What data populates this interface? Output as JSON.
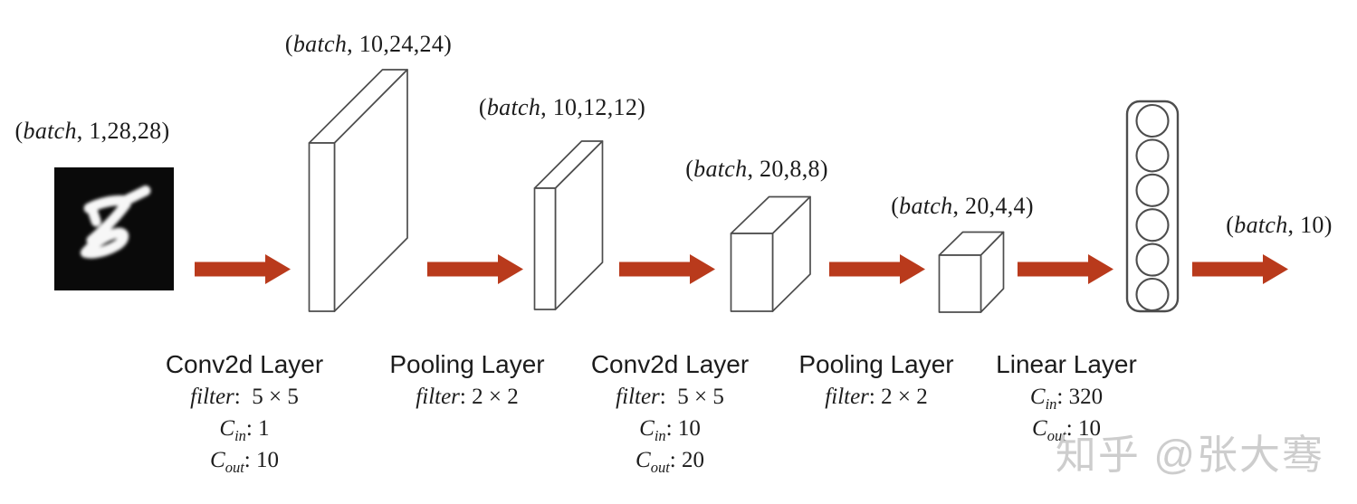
{
  "colors": {
    "arrow": "#b93a1c",
    "shape_outline": "#4d4d4d",
    "text": "#1c1c1c",
    "watermark": "#cdcdcd",
    "mnist_bg": "#0a0a0a",
    "mnist_digit": "#f7f7f7"
  },
  "stages": [
    {
      "id": "input-image",
      "label": {
        "open": "(",
        "var": "batch",
        "rest": ", 1,28,28)"
      }
    },
    {
      "id": "conv1-output",
      "label": {
        "open": "(",
        "var": "batch",
        "rest": ", 10,24,24)"
      }
    },
    {
      "id": "pool1-output",
      "label": {
        "open": "(",
        "var": "batch",
        "rest": ", 10,12,12)"
      }
    },
    {
      "id": "conv2-output",
      "label": {
        "open": "(",
        "var": "batch",
        "rest": ", 20,8,8)"
      }
    },
    {
      "id": "pool2-output",
      "label": {
        "open": "(",
        "var": "batch",
        "rest": ", 20,4,4)"
      }
    },
    {
      "id": "final-output",
      "label": {
        "open": "(",
        "var": "batch",
        "rest": ", 10)"
      }
    }
  ],
  "layers": [
    {
      "name": "Conv2d Layer",
      "params": [
        {
          "sym": "filter",
          "sub": "",
          "val": ":  5 × 5"
        },
        {
          "sym": "C",
          "sub": "in",
          "val": ": 1"
        },
        {
          "sym": "C",
          "sub": "out",
          "val": ": 10"
        }
      ]
    },
    {
      "name": "Pooling Layer",
      "params": [
        {
          "sym": "filter",
          "sub": "",
          "val": ": 2 × 2"
        }
      ]
    },
    {
      "name": "Conv2d Layer",
      "params": [
        {
          "sym": "filter",
          "sub": "",
          "val": ":  5 × 5"
        },
        {
          "sym": "C",
          "sub": "in",
          "val": ": 10"
        },
        {
          "sym": "C",
          "sub": "out",
          "val": ": 20"
        }
      ]
    },
    {
      "name": "Pooling Layer",
      "params": [
        {
          "sym": "filter",
          "sub": "",
          "val": ": 2 × 2"
        }
      ]
    },
    {
      "name": "Linear Layer",
      "params": [
        {
          "sym": "C",
          "sub": "in",
          "val": ": 320"
        },
        {
          "sym": "C",
          "sub": "out",
          "val": ": 10"
        }
      ]
    }
  ],
  "linear_units_shown": 6,
  "watermark": "知乎 @张大骞"
}
